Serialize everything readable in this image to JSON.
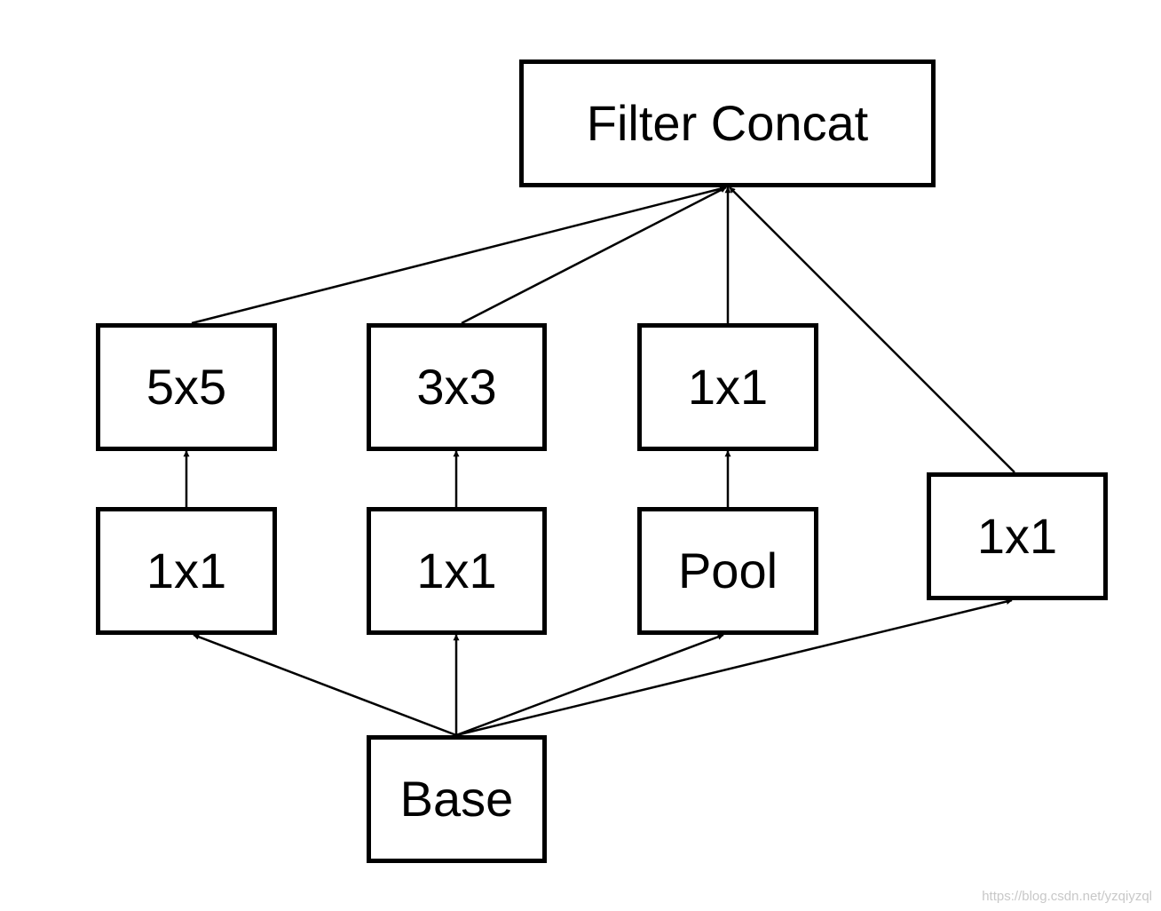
{
  "nodes": {
    "filter_concat": "Filter Concat",
    "conv5x5": "5x5",
    "conv3x3": "3x3",
    "pool_proj": "1x1",
    "reduce_5x5": "1x1",
    "reduce_3x3": "1x1",
    "pool": "Pool",
    "conv1x1": "1x1",
    "base": "Base"
  },
  "edges": [
    {
      "from": "base",
      "to": "reduce_5x5"
    },
    {
      "from": "base",
      "to": "reduce_3x3"
    },
    {
      "from": "base",
      "to": "pool"
    },
    {
      "from": "base",
      "to": "conv1x1"
    },
    {
      "from": "reduce_5x5",
      "to": "conv5x5"
    },
    {
      "from": "reduce_3x3",
      "to": "conv3x3"
    },
    {
      "from": "pool",
      "to": "pool_proj"
    },
    {
      "from": "conv5x5",
      "to": "filter_concat"
    },
    {
      "from": "conv3x3",
      "to": "filter_concat"
    },
    {
      "from": "pool_proj",
      "to": "filter_concat"
    },
    {
      "from": "conv1x1",
      "to": "filter_concat"
    }
  ],
  "watermark": "https://blog.csdn.net/yzqiyzql",
  "colors": {
    "stroke": "#000000",
    "background": "#ffffff",
    "watermark": "#c8c8c8"
  }
}
